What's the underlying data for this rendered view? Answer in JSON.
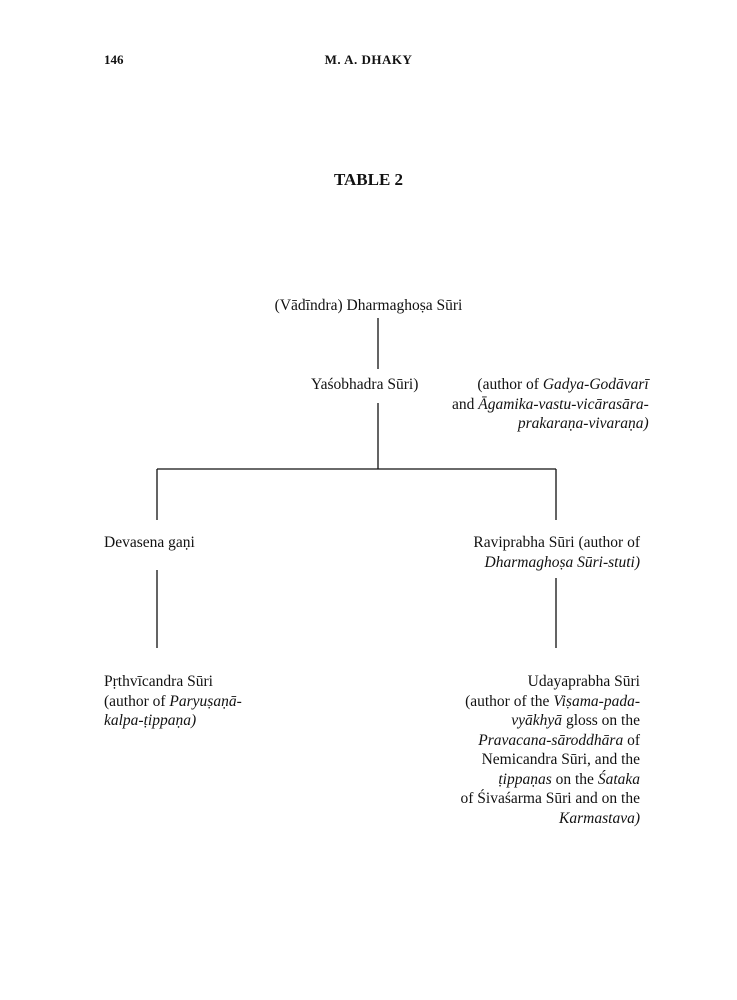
{
  "header": {
    "page_number": "146",
    "running_head": "M. A. DHAKY"
  },
  "title": "TABLE 2",
  "nodes": {
    "root": {
      "text": "(Vādīndra) Dharmaghoṣa Sūri"
    },
    "yasobhadra": {
      "name": "Yaśobhadra Sūri)",
      "note_pre": "(author of ",
      "note_work1": "Gadya-Godāvarī",
      "note_and": "and ",
      "note_work2a": "Āgamika-vastu-vicārasāra-",
      "note_work2b": "prakaraṇa-vivaraṇa)"
    },
    "devasena": {
      "text": "Devasena gaṇi"
    },
    "raviprabha": {
      "line1": "Raviprabha Sūri (author of",
      "line2": "Dharmaghoṣa Sūri-stuti)"
    },
    "prthvicandra": {
      "line1": "Pṛthvīcandra Sūri",
      "line2_pre": "(author of ",
      "line2_work": "Paryuṣaṇā-",
      "line3_work": "kalpa-ṭippaṇa)"
    },
    "udayaprabha": {
      "line1": "Udayaprabha Sūri",
      "line2_pre": "(author of the ",
      "line2_work": "Viṣama-pada-",
      "line3_work": "vyākhyā",
      "line3_post": " gloss on the",
      "line4_work": "Pravacana-sāroddhāra",
      "line4_post": " of",
      "line5": "Nemicandra Sūri, and the",
      "line6_work1": "ṭippaṇas",
      "line6_mid": " on the ",
      "line6_work2": "Śataka",
      "line7": "of Śivaśarma Sūri and on the",
      "line8_work": "Karmastava)"
    }
  }
}
